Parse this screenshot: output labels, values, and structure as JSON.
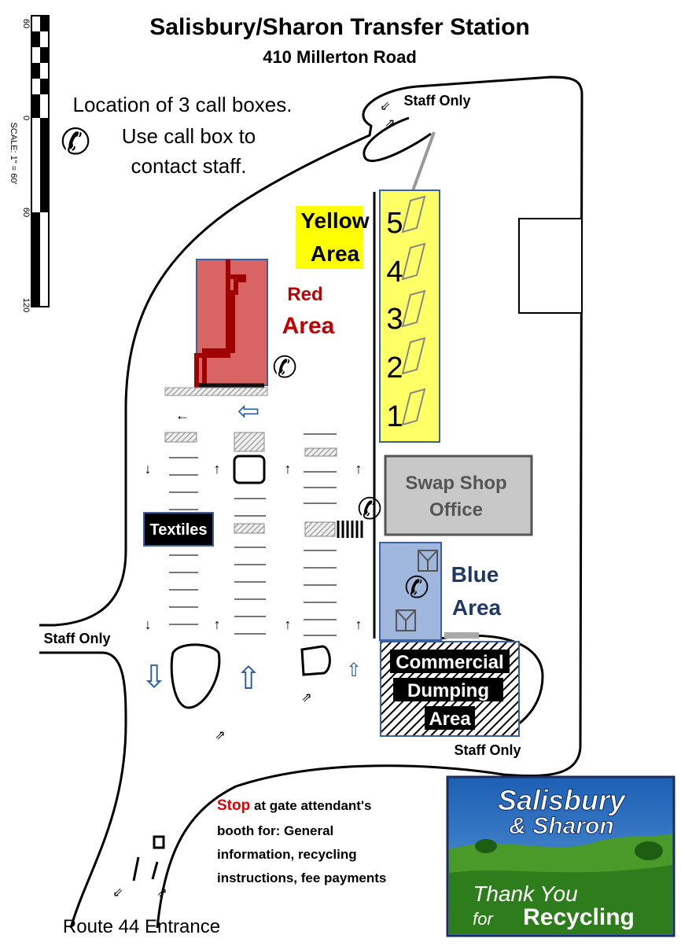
{
  "title": "Salisbury/Sharon Transfer Station",
  "subtitle": "410 Millerton Road",
  "callbox_note": {
    "line1": "Location of 3 call boxes.",
    "line2": "Use call box to",
    "line3": "contact staff."
  },
  "scale": {
    "label": "SCALE: 1\" = 60'",
    "ticks": [
      "60",
      "0",
      "60",
      "120"
    ]
  },
  "staff_only_top": "Staff Only",
  "staff_only_left": "Staff Only",
  "staff_only_bottom": "Staff Only",
  "yellow_area": {
    "line1": "Yellow",
    "line2": "Area",
    "color": "#ffff66"
  },
  "bays": [
    "5",
    "4",
    "3",
    "2",
    "1"
  ],
  "red_area": {
    "line1": "Red",
    "line2": "Area",
    "text_color": "#c00000",
    "fill": "#d96464"
  },
  "swap_shop": {
    "line1": "Swap Shop",
    "line2": "Office",
    "fill": "#c8c8c8"
  },
  "blue_area": {
    "line1": "Blue",
    "line2": "Area",
    "text_color": "#1f3864",
    "fill": "#9fb6dd"
  },
  "commercial": {
    "line1": "Commercial",
    "line2": "Dumping",
    "line3": "Area"
  },
  "textiles": "Textiles",
  "stop_note": {
    "stop": "Stop",
    "line1_rest": " at gate attendant's",
    "line2": "booth for:  General",
    "line3": "information, recycling",
    "line4": "instructions, fee payments",
    "stop_color": "#e00000"
  },
  "entrance": "Route 44 Entrance",
  "logo": {
    "line1": "Salisbury",
    "line2": "& Sharon",
    "line3": "Thank You",
    "line4": "for",
    "line5": "Recycling"
  }
}
